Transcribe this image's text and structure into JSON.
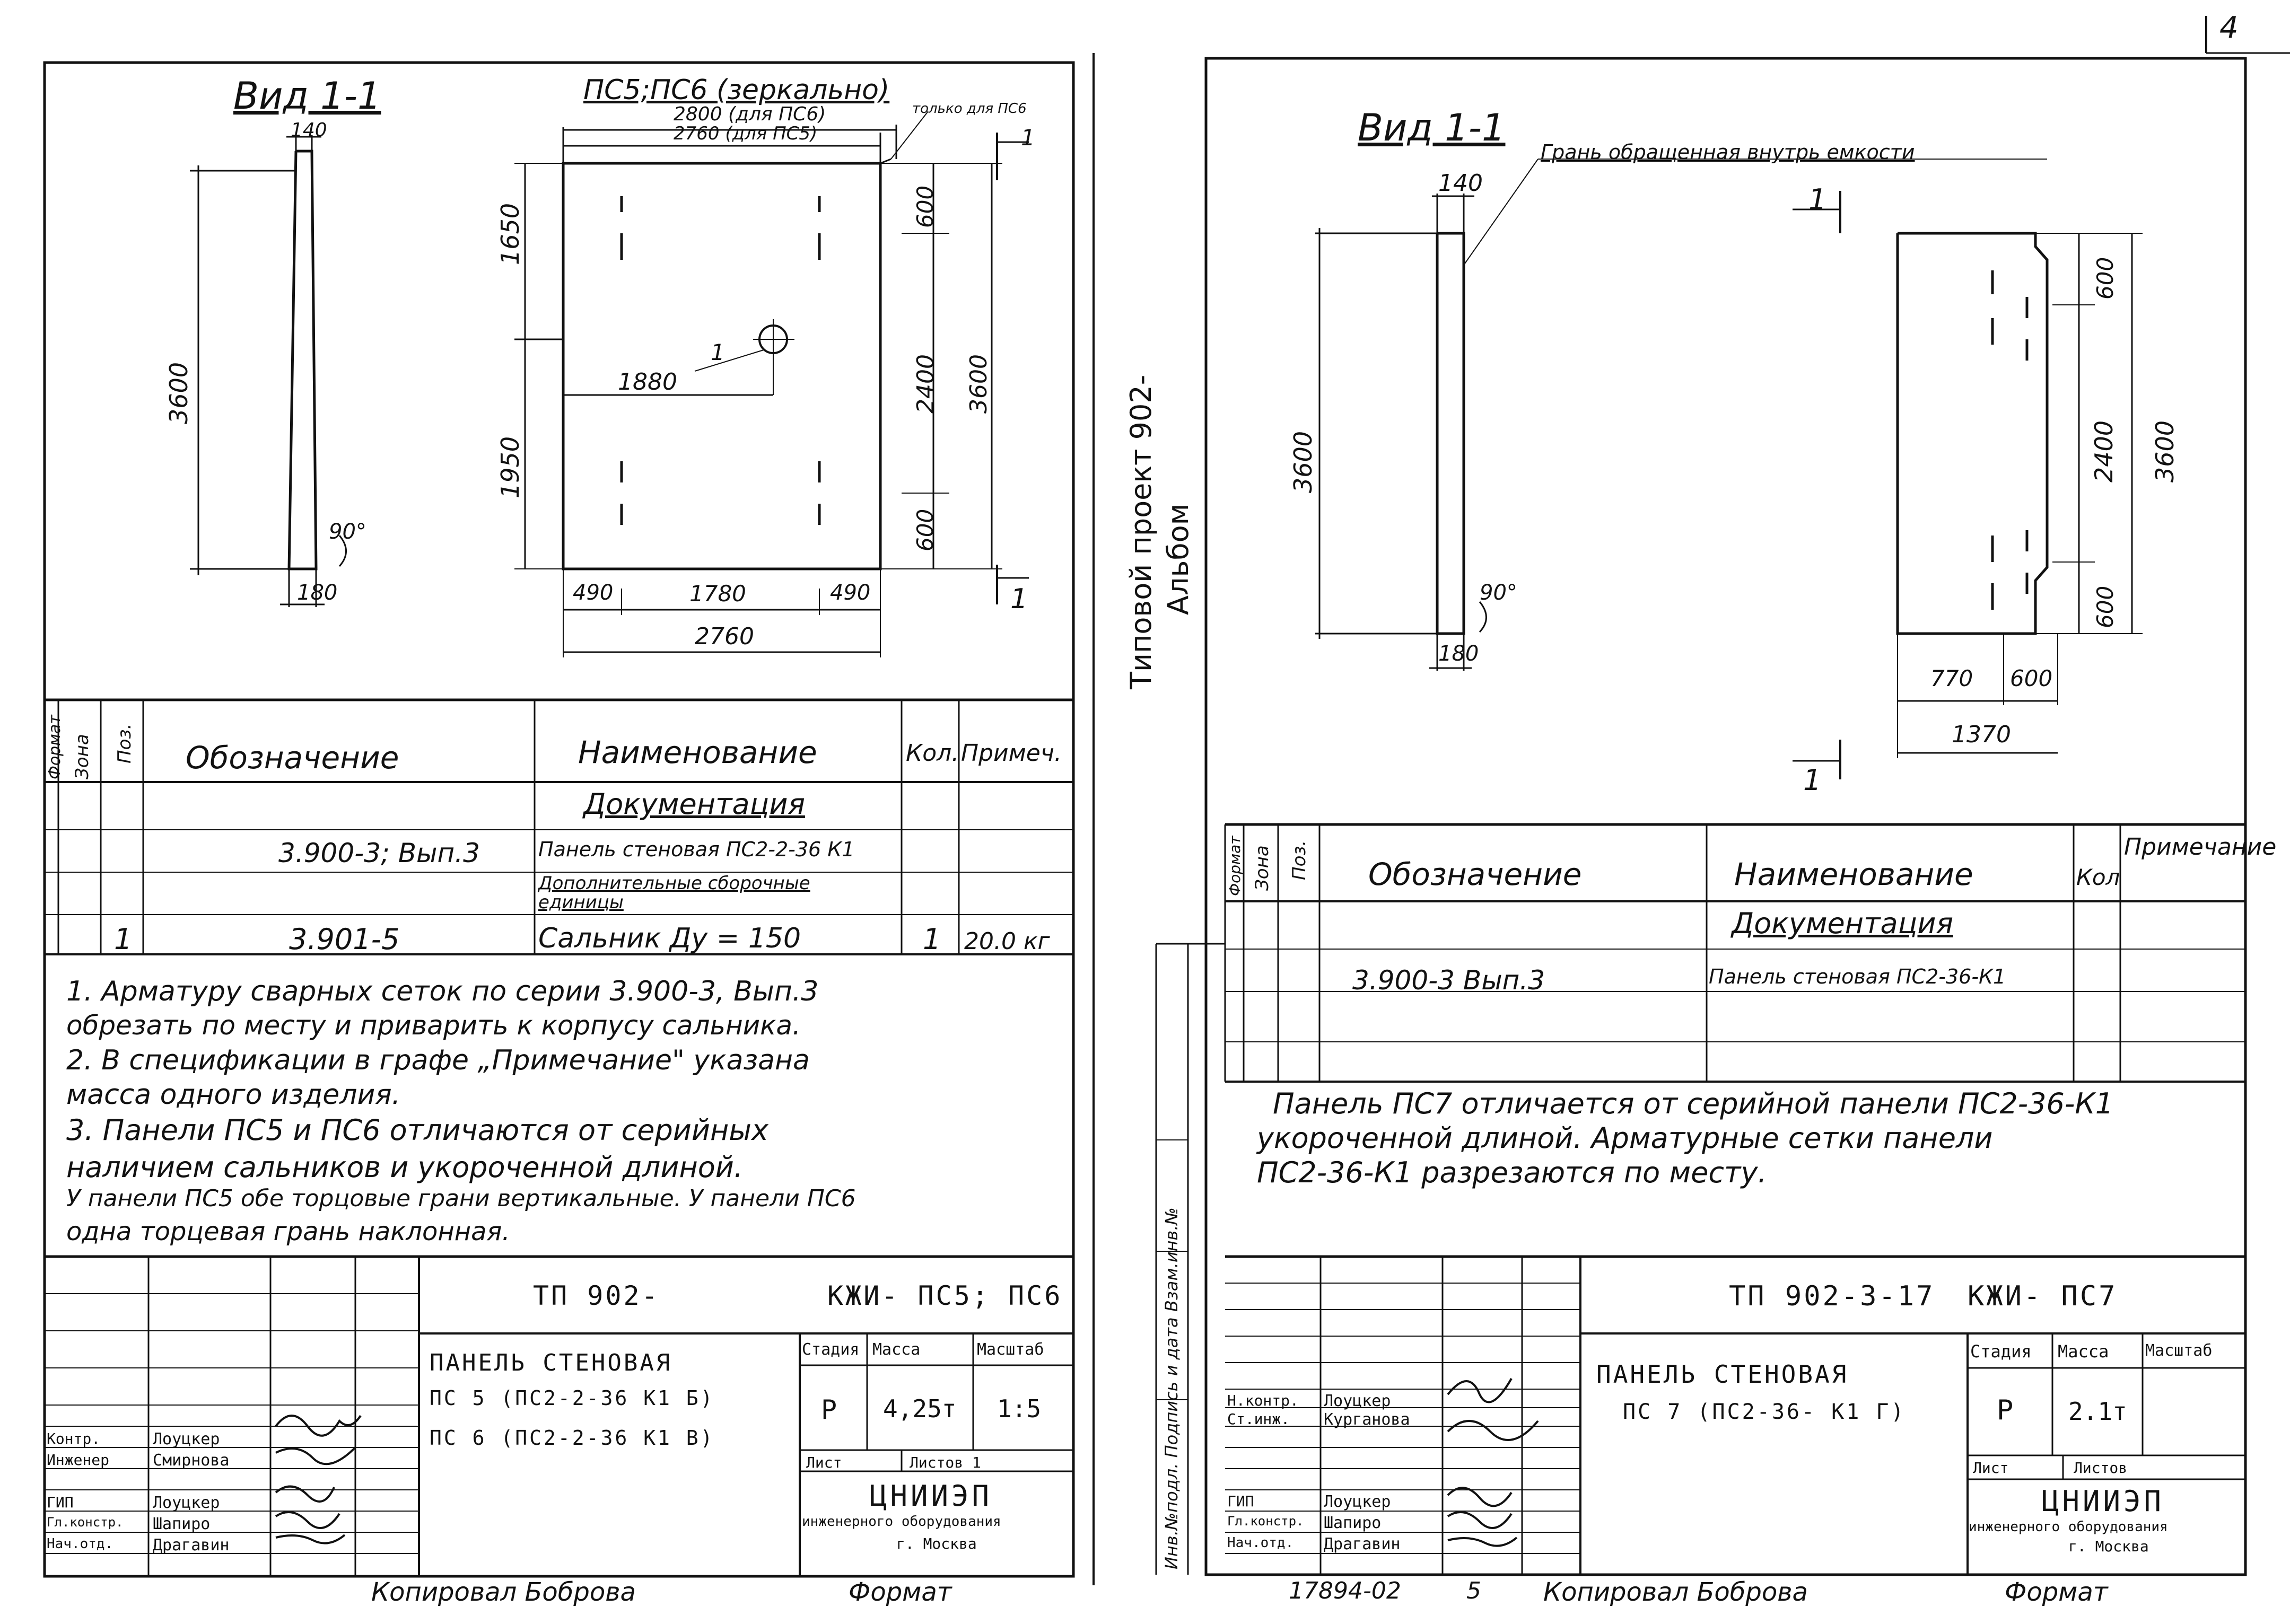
{
  "page_number": "4",
  "binding": {
    "project": "Типовой проект 902-",
    "album": "Альбом",
    "stamp_labels": "Инв.№подл. Подпись и дата  Взам.инв.№"
  },
  "left": {
    "view_title": "Вид 1-1",
    "panels_title": "ПС5;ПС6 (зеркально)",
    "dims": {
      "top_140": "140",
      "d3600_side": "3600",
      "angle": "90°",
      "bot_180": "180",
      "d2800": "2800 (для ПС6)",
      "d2760_top": "2760 (для ПС5)",
      "only_for": "только для ПС6",
      "d1650": "1650",
      "d1950": "1950",
      "d1880": "1880",
      "callout": "1",
      "r600_top": "600",
      "r2400": "2400",
      "r600_bot": "600",
      "r3600": "3600",
      "b490_l": "490",
      "b1780": "1780",
      "b490_r": "490",
      "b2760": "2760",
      "section_mark": "1"
    },
    "spec": {
      "headers": {
        "format": "Формат",
        "zone": "Зона",
        "pos": "Поз.",
        "designation": "Обозначение",
        "name": "Наименование",
        "qty": "Кол.",
        "note": "Примеч."
      },
      "section_docs": "Документация",
      "row1": {
        "designation": "3.900-3; Вып.3",
        "name": "Панель стеновая ПС2-2-36 К1"
      },
      "section_extra": "Дополнительные сборочные единицы",
      "row2": {
        "pos": "1",
        "designation": "3.901-5",
        "name": "Сальник   Ду = 150",
        "qty": "1",
        "note": "20.0 кг"
      }
    },
    "notes": [
      "1. Арматуру сварных сеток по серии 3.900-3, Вып.3",
      "    обрезать по месту и приварить к корпусу сальника.",
      "2. В спецификации в графе „Примечание\" указана",
      "    масса одного изделия.",
      "3. Панели ПС5 и ПС6 отличаются от серийных",
      "    наличием сальников и укороченной длиной.",
      "    У панели ПС5 обе торцовые грани вертикальные. У панели ПС6",
      "    одна торцевая грань наклонная."
    ],
    "title_block": {
      "project_code": "ТП 902-",
      "doc_code": "КЖИ- ПС5; ПС6",
      "name_line1": "ПАНЕЛЬ СТЕНОВАЯ",
      "name_line2": "ПС 5 (ПС2-2-36 К1 Б)",
      "name_line3": "ПС 6 (ПС2-2-36 К1 В)",
      "stage_label": "Стадия",
      "mass_label": "Масса",
      "scale_label": "Масштаб",
      "stage": "Р",
      "mass": "4,25т",
      "scale": "1:5",
      "sheet_label": "Лист",
      "sheets_label": "Листов 1",
      "org1": "ЦНИИЭП",
      "org2": "инженерного оборудования",
      "org3": "г. Москва",
      "roles": [
        {
          "role": "Контр.",
          "name": "Лоуцкер"
        },
        {
          "role": "Инженер",
          "name": "Смирнова"
        },
        {
          "role": "ГИП",
          "name": "Лоуцкер"
        },
        {
          "role": "Гл.констр.",
          "name": "Шапиро"
        },
        {
          "role": "Нач.отд.",
          "name": "Драгавин"
        }
      ]
    },
    "footer": {
      "copied": "Копировал  Боброва",
      "format": "Формат"
    }
  },
  "right": {
    "view_title": "Вид 1-1",
    "edge_note": "Грань обращенная внутрь емкости",
    "dims": {
      "top_140": "140",
      "d3600_side": "3600",
      "angle": "90°",
      "bot_180": "180",
      "r600_top": "600",
      "r2400": "2400",
      "r600_bot": "600",
      "r3600": "3600",
      "b770": "770",
      "b600": "600",
      "b1370": "1370",
      "section_mark": "1"
    },
    "spec": {
      "headers": {
        "format": "Формат",
        "zone": "Зона",
        "pos": "Поз.",
        "designation": "Обозначение",
        "name": "Наименование",
        "qty": "Кол",
        "note": "Примечание"
      },
      "section_docs": "Документация",
      "row1": {
        "designation": "3.900-3   Вып.3",
        "name": "Панель стеновая ПС2-36-К1"
      }
    },
    "notes": [
      "Панель ПС7 отличается от серийной панели ПС2-36-К1",
      "укороченной длиной. Арматурные сетки панели",
      "ПС2-36-К1 разрезаются по месту."
    ],
    "title_block": {
      "project_code": "ТП 902-3-17",
      "doc_code": "КЖИ- ПС7",
      "name_line1": "ПАНЕЛЬ СТЕНОВАЯ",
      "name_line2": "ПС 7 (ПС2-36- К1 Г)",
      "stage_label": "Стадия",
      "mass_label": "Масса",
      "scale_label": "Масштаб",
      "stage": "Р",
      "mass": "2.1т",
      "sheet_label": "Лист",
      "sheets_label": "Листов",
      "org1": "ЦНИИЭП",
      "org2": "инженерного оборудования",
      "org3": "г. Москва",
      "roles": [
        {
          "role": "Н.контр.",
          "name": "Лоуцкер"
        },
        {
          "role": "Ст.инж.",
          "name": "Курганова"
        },
        {
          "role": "ГИП",
          "name": "Лоуцкер"
        },
        {
          "role": "Гл.констр.",
          "name": "Шапиро"
        },
        {
          "role": "Нач.отд.",
          "name": "Драгавин"
        }
      ]
    },
    "footer": {
      "number": "17894-02",
      "sheet": "5",
      "copied": "Копировал  Боброва",
      "format": "Формат"
    }
  }
}
